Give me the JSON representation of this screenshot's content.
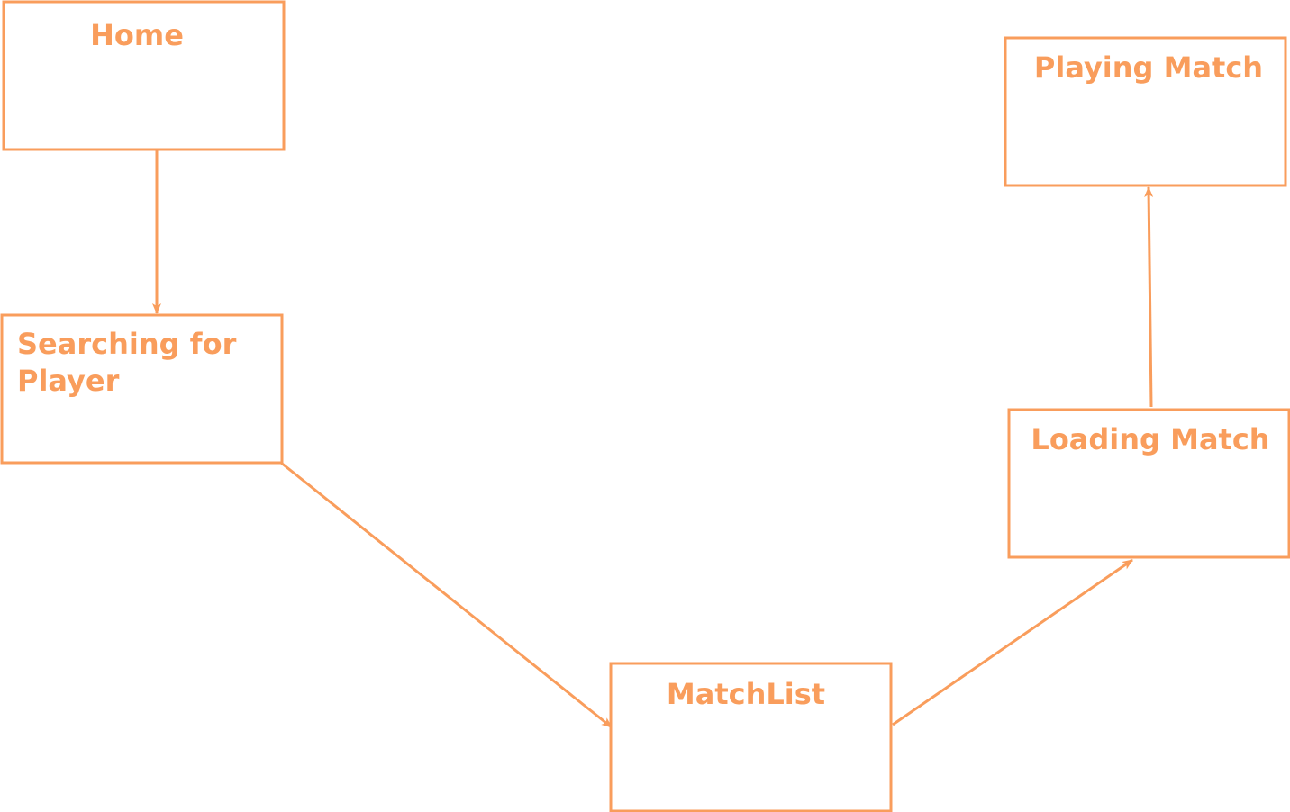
{
  "colors": {
    "accent": "#f99d5c"
  },
  "nodes": {
    "home": {
      "label": [
        "Home"
      ]
    },
    "searching": {
      "label": [
        "Searching for",
        "Player"
      ]
    },
    "matchlist": {
      "label": [
        "MatchList"
      ]
    },
    "loading": {
      "label": [
        "Loading Match"
      ]
    },
    "playing": {
      "label": [
        "Playing Match"
      ]
    }
  },
  "edges": [
    {
      "from": "home",
      "to": "searching"
    },
    {
      "from": "searching",
      "to": "matchlist"
    },
    {
      "from": "matchlist",
      "to": "loading"
    },
    {
      "from": "loading",
      "to": "playing"
    }
  ]
}
